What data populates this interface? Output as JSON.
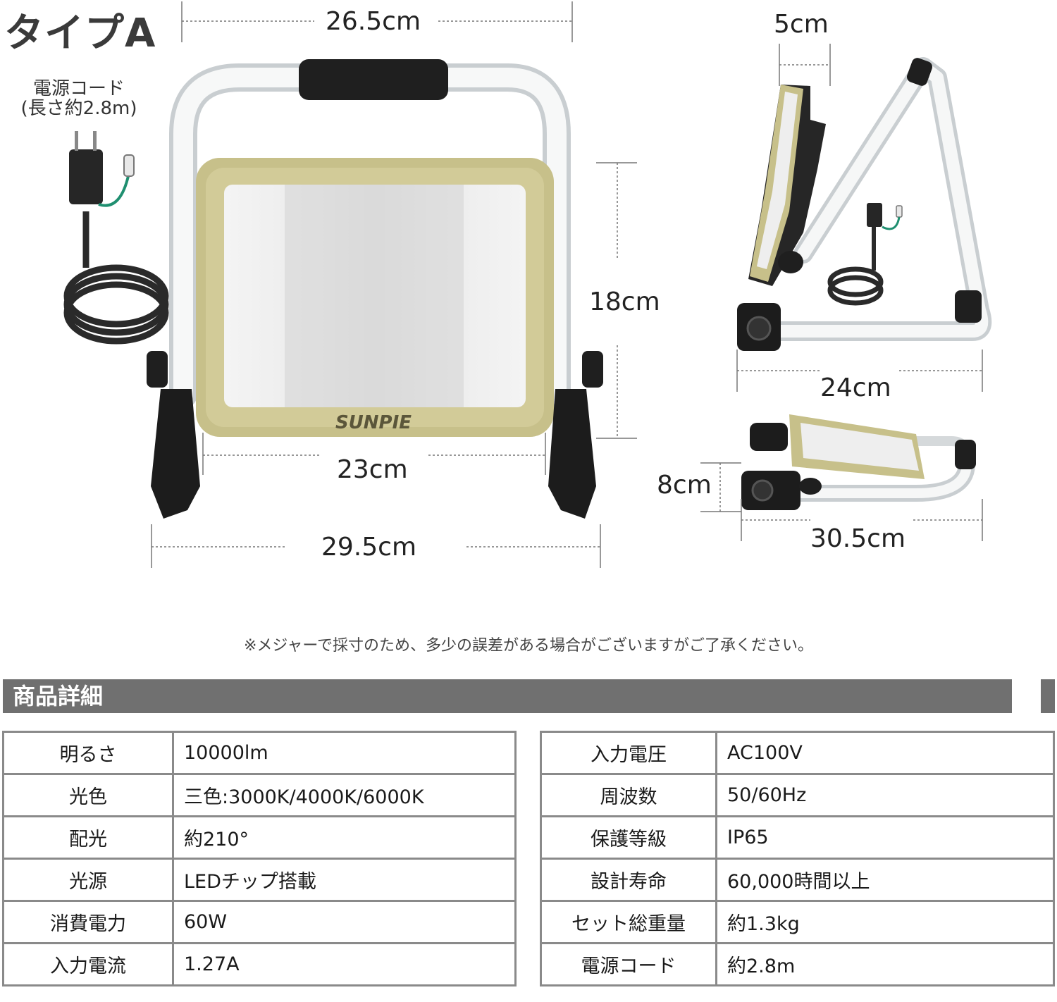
{
  "page_title": "タイプA",
  "cord_label": [
    "電源コード",
    "(長さ約2.8m)"
  ],
  "brand_logo": "SUNPIE",
  "dimensions": {
    "front_top_width": "26.5cm",
    "front_height": "18cm",
    "front_inner_width": "23cm",
    "front_base_width": "29.5cm",
    "side_depth": "5cm",
    "side_base_width": "24cm",
    "folded_height": "8cm",
    "folded_length": "30.5cm"
  },
  "note": "※メジャーで採寸のため、多少の誤差がある場合がございますがご了承ください。",
  "section_title": "商品詳細",
  "spec_left": [
    {
      "label": "明るさ",
      "value": "10000lm"
    },
    {
      "label": "光色",
      "value": "三色:3000K/4000K/6000K"
    },
    {
      "label": "配光",
      "value": "約210°"
    },
    {
      "label": "光源",
      "value": "LEDチップ搭載"
    },
    {
      "label": "消費電力",
      "value": "60W"
    },
    {
      "label": "入力電流",
      "value": "1.27A"
    }
  ],
  "spec_right": [
    {
      "label": "入力電圧",
      "value": "AC100V"
    },
    {
      "label": "周波数",
      "value": "50/60Hz"
    },
    {
      "label": "保護等級",
      "value": "IP65"
    },
    {
      "label": "設計寿命",
      "value": "60,000時間以上"
    },
    {
      "label": "セット総重量",
      "value": "約1.3kg"
    },
    {
      "label": "電源コード",
      "value": "約2.8m"
    }
  ]
}
